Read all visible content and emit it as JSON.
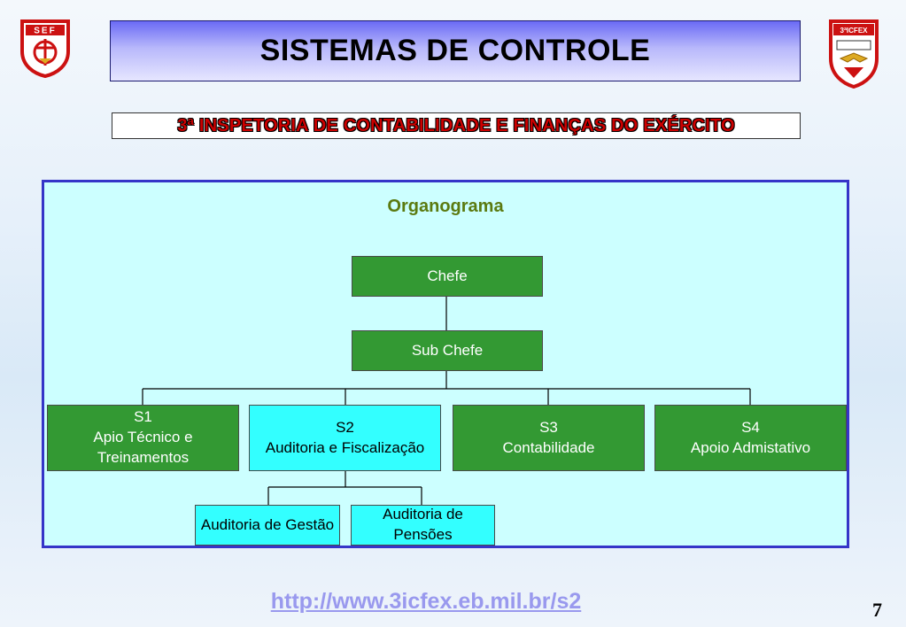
{
  "header": {
    "title": "SISTEMAS DE CONTROLE",
    "subtitle": "3ª INSPETORIA DE CONTABILIDADE E FINANÇAS DO EXÉRCITO"
  },
  "logos": {
    "left": {
      "text": "SEF",
      "icon": "sef-shield-logo"
    },
    "right": {
      "text": "3ªICFEX",
      "icon": "icfex-shield-logo"
    }
  },
  "diagram": {
    "title": "Organograma",
    "nodes": {
      "chefe": {
        "label": "Chefe"
      },
      "subchefe": {
        "label": "Sub Chefe"
      },
      "s1": {
        "code": "S1",
        "label": "Apio Técnico e Treinamentos"
      },
      "s2": {
        "code": "S2",
        "label": "Auditoria e Fiscalização"
      },
      "s3": {
        "code": "S3",
        "label": "Contabilidade"
      },
      "s4": {
        "code": "S4",
        "label": "Apoio Admistativo"
      },
      "gestao": {
        "label": "Auditoria de Gestão"
      },
      "pensoes": {
        "label": "Auditoria de Pensões"
      }
    },
    "edges": [
      [
        "chefe",
        "subchefe"
      ],
      [
        "subchefe",
        "s1"
      ],
      [
        "subchefe",
        "s2"
      ],
      [
        "subchefe",
        "s3"
      ],
      [
        "subchefe",
        "s4"
      ],
      [
        "s2",
        "gestao"
      ],
      [
        "s2",
        "pensoes"
      ]
    ],
    "colors": {
      "primary_node": "#339933",
      "highlight_node": "#33ffff",
      "panel_bg": "#ccffff",
      "panel_border": "#3535c8"
    }
  },
  "footer": {
    "url": "http://www.3icfex.eb.mil.br/s2",
    "page_number": "7"
  }
}
